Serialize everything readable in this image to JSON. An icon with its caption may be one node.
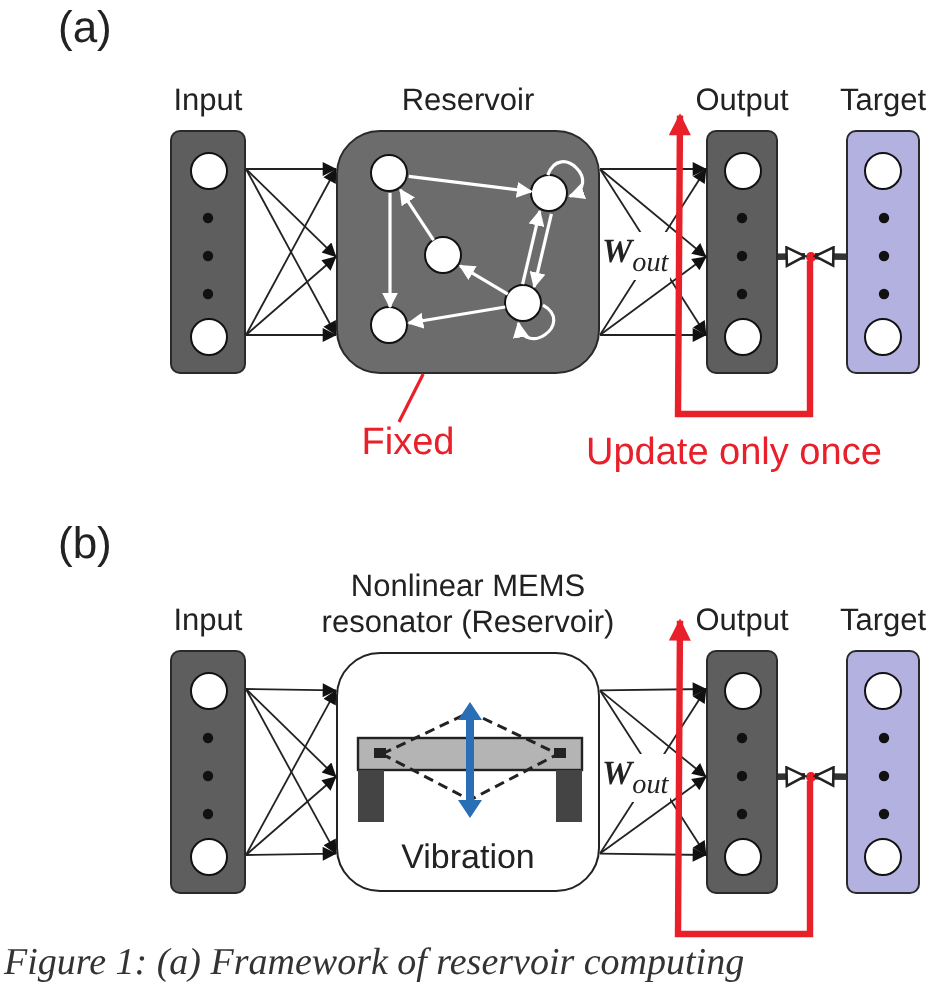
{
  "diagram": {
    "caption": "Figure 1: (a) Framework of reservoir computing",
    "nodes": [
      {
        "text": [
          "Input"
        ]
      },
      {
        "text": [
          "Reservoir"
        ]
      },
      {
        "text": [],
        "shape": "circle",
        "in": 1
      },
      {
        "text": [],
        "shape": "circle",
        "in": 1
      },
      {
        "text": [],
        "shape": "circle",
        "in": 1
      },
      {
        "text": [],
        "shape": "circle",
        "in": 1
      },
      {
        "text": [],
        "shape": "circle",
        "in": 1
      },
      {
        "text": [
          "Output"
        ]
      },
      {
        "text": [
          "Target"
        ]
      },
      {
        "text": [
          "Fixed"
        ]
      },
      {
        "text": [],
        "shape": "dot"
      },
      {
        "text": [
          "Input"
        ]
      },
      {
        "text": [
          "Nonlinear MEMS resonator (Reservoir)",
          "Vibration"
        ]
      },
      {
        "text": [
          "Output"
        ]
      },
      {
        "text": [
          "Target"
        ]
      },
      {
        "text": [],
        "shape": "dot"
      }
    ],
    "edges": [
      {
        "from": 0,
        "to": 1,
        "arrow": "to"
      },
      {
        "from": 0,
        "to": 1,
        "arrow": "to"
      },
      {
        "from": 0,
        "to": 1,
        "arrow": "to"
      },
      {
        "from": 0,
        "to": 1,
        "arrow": "to"
      },
      {
        "from": 0,
        "to": 1,
        "arrow": "to"
      },
      {
        "from": 0,
        "to": 1,
        "arrow": "to"
      },
      {
        "from": 1,
        "to": 7,
        "arrow": "to"
      },
      {
        "from": 1,
        "to": 7,
        "arrow": "to"
      },
      {
        "from": 1,
        "to": 7,
        "arrow": "to"
      },
      {
        "from": 1,
        "to": 7,
        "arrow": "to"
      },
      {
        "from": 1,
        "to": 7,
        "arrow": "to"
      },
      {
        "from": 1,
        "to": 7,
        "arrow": "to"
      },
      {
        "from": 2,
        "to": 3,
        "arrow": "to",
        "color": "#ffffff"
      },
      {
        "from": 4,
        "to": 2,
        "arrow": "to",
        "color": "#ffffff"
      },
      {
        "from": 2,
        "to": 5,
        "arrow": "to",
        "color": "#ffffff"
      },
      {
        "from": 6,
        "to": 4,
        "arrow": "to",
        "color": "#ffffff"
      },
      {
        "from": 6,
        "to": 5,
        "arrow": "to",
        "color": "#ffffff"
      },
      {
        "from": 3,
        "to": 6,
        "arrow": "to",
        "color": "#ffffff"
      },
      {
        "from": 6,
        "to": 3,
        "arrow": "to",
        "color": "#ffffff"
      },
      {
        "from": 3,
        "to": 3,
        "arrow": "to",
        "color": "#ffffff"
      },
      {
        "from": 6,
        "to": 6,
        "arrow": "to",
        "color": "#ffffff"
      },
      {
        "from": 9,
        "to": 1,
        "arrow": "none",
        "color": "#e8202a"
      },
      {
        "from": 7,
        "to": 10,
        "arrow": "to",
        "style": "thick"
      },
      {
        "from": 8,
        "to": 10,
        "arrow": "to",
        "style": "thick"
      },
      {
        "from": 10,
        "to": 7,
        "arrow": "to",
        "style": "thick",
        "color": "#e8202a"
      },
      {
        "from": 11,
        "to": 12,
        "arrow": "to"
      },
      {
        "from": 11,
        "to": 12,
        "arrow": "to"
      },
      {
        "from": 11,
        "to": 12,
        "arrow": "to"
      },
      {
        "from": 11,
        "to": 12,
        "arrow": "to"
      },
      {
        "from": 11,
        "to": 12,
        "arrow": "to"
      },
      {
        "from": 11,
        "to": 12,
        "arrow": "to"
      },
      {
        "from": 12,
        "to": 13,
        "arrow": "to"
      },
      {
        "from": 12,
        "to": 13,
        "arrow": "to"
      },
      {
        "from": 12,
        "to": 13,
        "arrow": "to"
      },
      {
        "from": 12,
        "to": 13,
        "arrow": "to"
      },
      {
        "from": 12,
        "to": 13,
        "arrow": "to"
      },
      {
        "from": 12,
        "to": 13,
        "arrow": "to"
      },
      {
        "from": 13,
        "to": 15,
        "arrow": "to",
        "style": "thick"
      },
      {
        "from": 14,
        "to": 15,
        "arrow": "to",
        "style": "thick"
      },
      {
        "from": 15,
        "to": 13,
        "arrow": "to",
        "style": "thick",
        "color": "#e8202a"
      }
    ],
    "labels": [
      "(a)",
      "**W**$_{out}$",
      "Update only once",
      "(b)",
      "**W**$_{out}$"
    ]
  }
}
